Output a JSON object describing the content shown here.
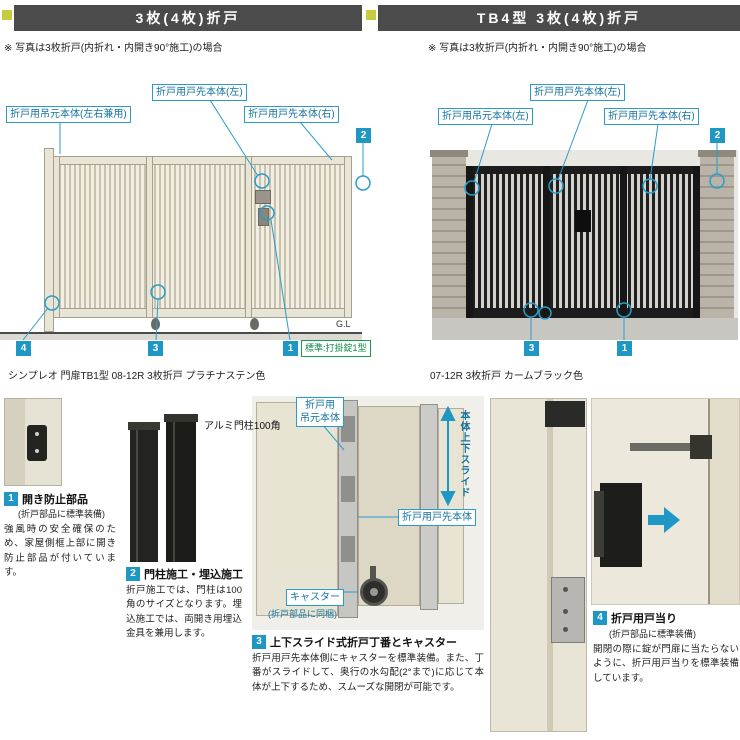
{
  "page": {
    "markers": {
      "m1": "1",
      "m2": "2",
      "m3": "3",
      "m4": "4"
    },
    "left": {
      "header": "3枚(4枚)折戸",
      "note": "※ 写真は3枚折戸(内折れ・内開き90°施工)の場合",
      "callout_top": "折戸用戸先本体(左)",
      "callout_hinge": "折戸用吊元本体(左右兼用)",
      "callout_right": "折戸用戸先本体(右)",
      "lock_label": "標準:打掛錠1型",
      "gl": "G.L",
      "caption": "シンプレオ 門扉TB1型 08-12R 3枚折戸 プラチナステン色"
    },
    "right": {
      "header": "TB4型 3枚(4枚)折戸",
      "note": "※ 写真は3枚折戸(内折れ・内開き90°施工)の場合",
      "callout_top": "折戸用戸先本体(左)",
      "callout_hinge": "折戸用吊元本体(左)",
      "callout_right": "折戸用戸先本体(右)",
      "caption": "07-12R 3枚折戸 カームブラック色"
    },
    "details": {
      "item1": {
        "num": "1",
        "title": "開き防止部品",
        "subtitle": "(折戸部品に標準装備)",
        "body": "強風時の安全確保のため、家屋側框上部に開き防止部品が付いています。"
      },
      "item2": {
        "num": "2",
        "title": "門柱施工・埋込施工",
        "post_label": "アルミ門柱100角",
        "body": "折戸施工では、門柱は100角のサイズとなります。埋込施工では、両開き用埋込金具を兼用します。"
      },
      "item3": {
        "num": "3",
        "title": "上下スライド式折戸丁番とキャスター",
        "label_hinge_1": "折戸用",
        "label_hinge_2": "吊元本体",
        "label_slide": "本体上下スライド",
        "label_leaf": "折戸用戸先本体",
        "label_caster": "キャスター",
        "label_caster_sub": "(折戸部品に同梱)",
        "body": "折戸用戸先本体側にキャスターを標準装備。また、丁番がスライドして、奥行の水勾配(2°まで)に応じて本体が上下するため、スムーズな開閉が可能です。"
      },
      "item4": {
        "num": "4",
        "title": "折戸用戸当り",
        "subtitle": "(折戸部品に標準装備)",
        "body": "開閉の際に錠が門扉に当たらないように、折戸用戸当りを標準装備しています。"
      }
    },
    "colors": {
      "accent_blue": "#1e97c4",
      "accent_green": "#12a150",
      "header_bg": "#4b4b4b",
      "accent_yellow": "#c6cc3e"
    }
  }
}
